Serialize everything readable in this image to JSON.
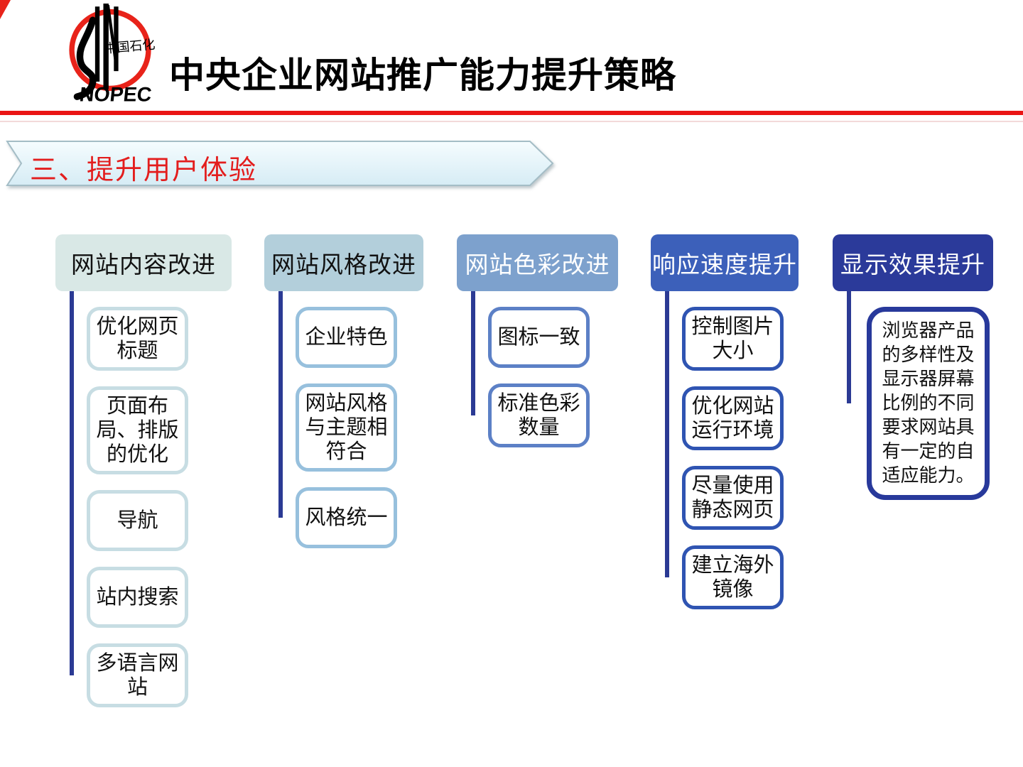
{
  "title": "中央企业网站推广能力提升策略",
  "logo": {
    "cn": "中国石化",
    "latin": "NOPEC"
  },
  "banner": {
    "label": "三、提升用户体验"
  },
  "colors": {
    "accent_red": "#ea1515",
    "banner_text_red": "#e31d1d",
    "connector_navy": "#2b3a94",
    "column_header_fills": [
      "#d9e8e6",
      "#b3cfdb",
      "#7da1cd",
      "#3c60ba",
      "#2b3a9a"
    ],
    "node_border_colors": [
      "#c7dde3",
      "#97c0dd",
      "#5c80c6",
      "#2f54b2",
      "#28399b"
    ]
  },
  "diagram": {
    "columns": [
      {
        "header": "网站内容改进",
        "items": [
          "优化网页标题",
          "页面布局、排版的优化",
          "导航",
          "站内搜索",
          "多语言网站"
        ]
      },
      {
        "header": "网站风格改进",
        "items": [
          "企业特色",
          "网站风格与主题相符合",
          "风格统一"
        ]
      },
      {
        "header": "网站色彩改进",
        "items": [
          "图标一致",
          "标准色彩数量"
        ]
      },
      {
        "header": "响应速度提升",
        "items": [
          "控制图片大小",
          "优化网站运行环境",
          "尽量使用静态网页",
          "建立海外镜像"
        ]
      },
      {
        "header": "显示效果提升",
        "items": [
          "浏览器产品的多样性及显示器屏幕比例的不同要求网站具有一定的自适应能力。"
        ]
      }
    ]
  }
}
